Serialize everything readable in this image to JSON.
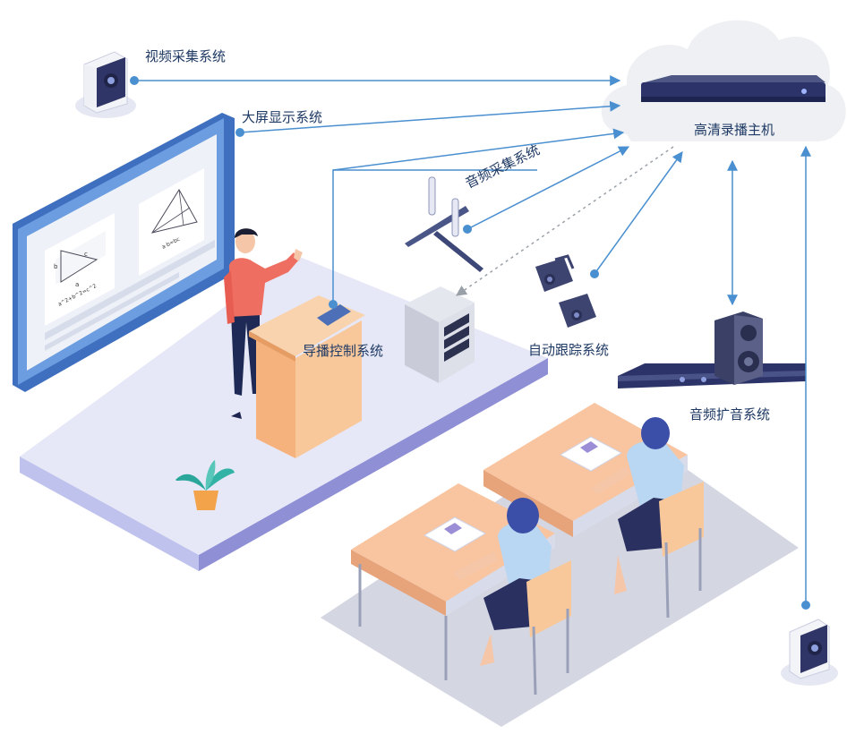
{
  "hub": {
    "label": "高清录播主机"
  },
  "systems": {
    "video_capture": "视频采集系统",
    "display": "大屏显示系统",
    "audio_capture": "音频采集系统",
    "director_control": "导播控制系统",
    "auto_tracking": "自动跟踪系统",
    "audio_amplification": "音频扩音系统"
  },
  "whiteboard": {
    "left_formula": "a^2+b^2=c^2",
    "right_formula": "a·b=bc",
    "tri_a": "a",
    "tri_b": "b",
    "tri_c": "c"
  },
  "colors": {
    "arrow": "#4a8fd0",
    "floor": "#e8e9f6",
    "floor_edge": "#8f8fd6",
    "screen": "#5b8fd6",
    "teacher_shirt": "#f07468",
    "desk": "#f8c39c",
    "student_uniform": "#b9d6f2",
    "cloud": "#f0f1f5"
  }
}
